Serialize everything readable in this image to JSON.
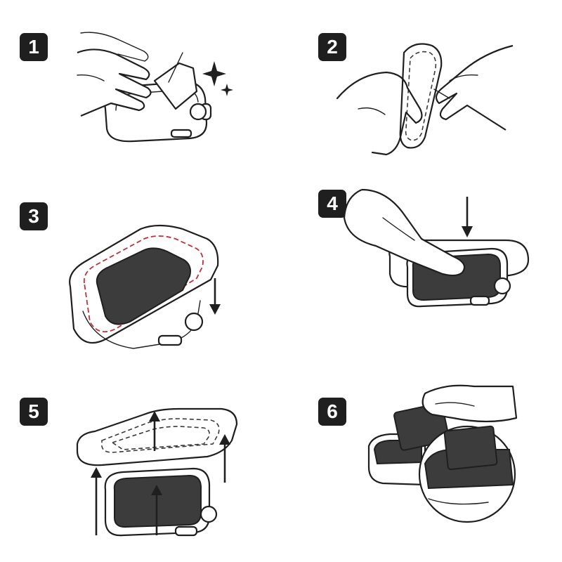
{
  "steps": [
    {
      "number": "1",
      "icon": "clean-screen-icon"
    },
    {
      "number": "2",
      "icon": "peel-film-icon"
    },
    {
      "number": "3",
      "icon": "align-film-icon"
    },
    {
      "number": "4",
      "icon": "press-film-icon"
    },
    {
      "number": "5",
      "icon": "lift-film-icon"
    },
    {
      "number": "6",
      "icon": "dust-sticker-icon"
    }
  ],
  "colors": {
    "badge": "#1f1f1f",
    "outline": "#1f1f1f",
    "screen": "#3c3c3c",
    "guide_dash": "#c0303a"
  }
}
